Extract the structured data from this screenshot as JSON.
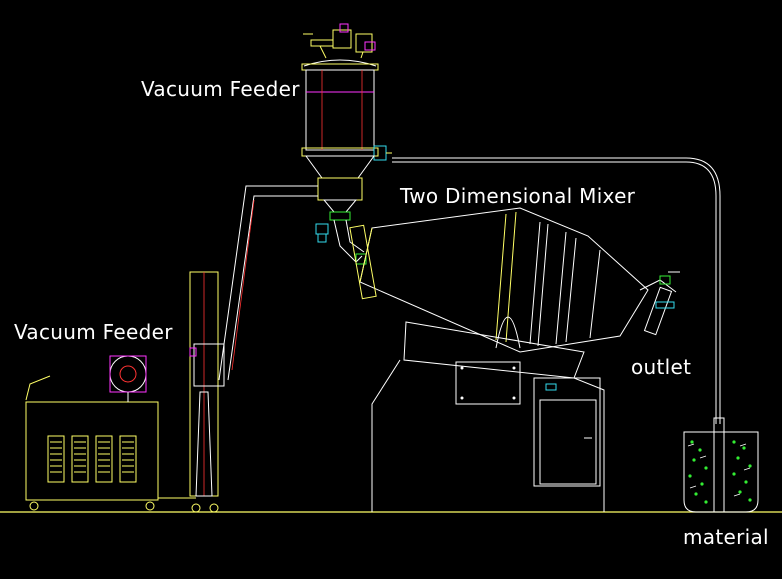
{
  "labels": {
    "vacuum_feeder_top": "Vacuum Feeder",
    "two_dimensional_mixer": "Two Dimensional Mixer",
    "vacuum_feeder_left": "Vacuum Feeder",
    "outlet": "outlet",
    "material": "material"
  },
  "colors": {
    "background": "#000000",
    "outline": "#ffffff",
    "frame": "#ffff66",
    "accent_magenta": "#ff33ff",
    "accent_cyan": "#33ddee",
    "accent_red": "#ff3333",
    "accent_green": "#33ee33"
  }
}
